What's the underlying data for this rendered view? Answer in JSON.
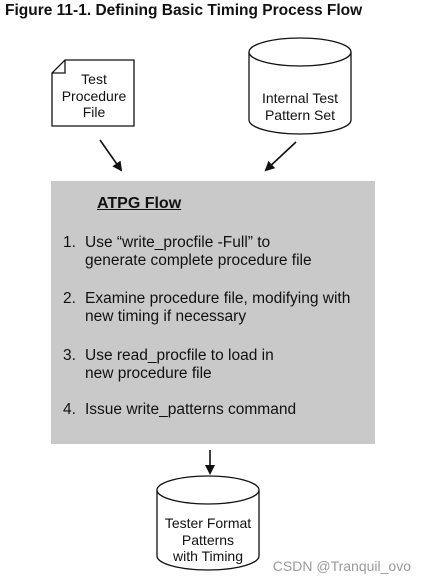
{
  "title": "Figure 11-1. Defining Basic Timing Process Flow",
  "nodes": {
    "test_procedure_file": "Test\nProcedure\nFile",
    "internal_test_pattern_set": "Internal Test\nPattern Set",
    "tester_format_patterns": "Tester Format\nPatterns\nwith Timing"
  },
  "flow": {
    "heading": "ATPG Flow",
    "steps": [
      {
        "num": "1.",
        "text": "Use “write_procfile -Full” to generate complete procedure file"
      },
      {
        "num": "2.",
        "text": "Examine procedure file, modifying with new timing if necessary"
      },
      {
        "num": "3.",
        "text": "Use read_procfile to load in new procedure file"
      },
      {
        "num": "4.",
        "text": "Issue write_patterns command"
      }
    ]
  },
  "watermark": "CSDN @Tranquil_ovo"
}
